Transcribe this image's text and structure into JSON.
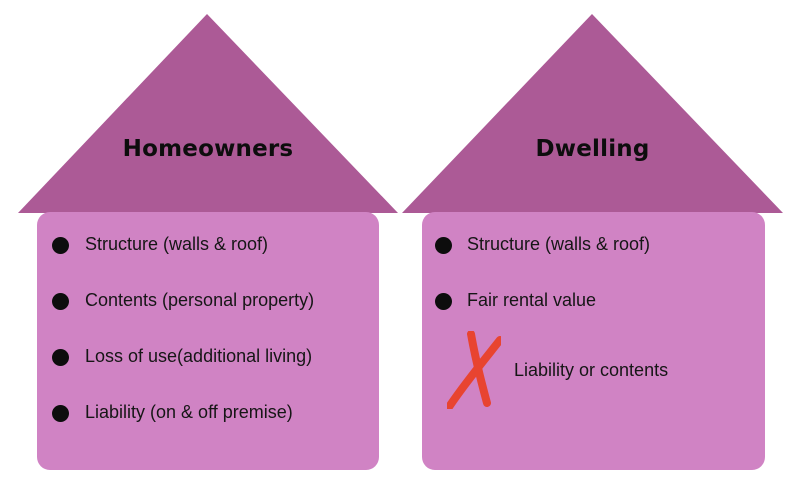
{
  "diagram": {
    "type": "comparison-houses",
    "colors": {
      "roof": "#ac5a96",
      "body": "#d083c4",
      "title_text": "#0d0d0d",
      "item_text": "#161616",
      "bullet": "#0d0d0d",
      "x_mark": "#e84430",
      "background": "#ffffff"
    },
    "left_house": {
      "title": "Homeowners",
      "items": [
        "Structure (walls & roof)",
        "Contents (personal property)",
        "Loss of use(additional living)",
        "Liability (on & off premise)"
      ]
    },
    "right_house": {
      "title": "Dwelling",
      "items": [
        "Structure (walls & roof)",
        "Fair rental value"
      ],
      "excluded": {
        "icon": "x-mark",
        "label": "Liability or contents"
      }
    }
  }
}
